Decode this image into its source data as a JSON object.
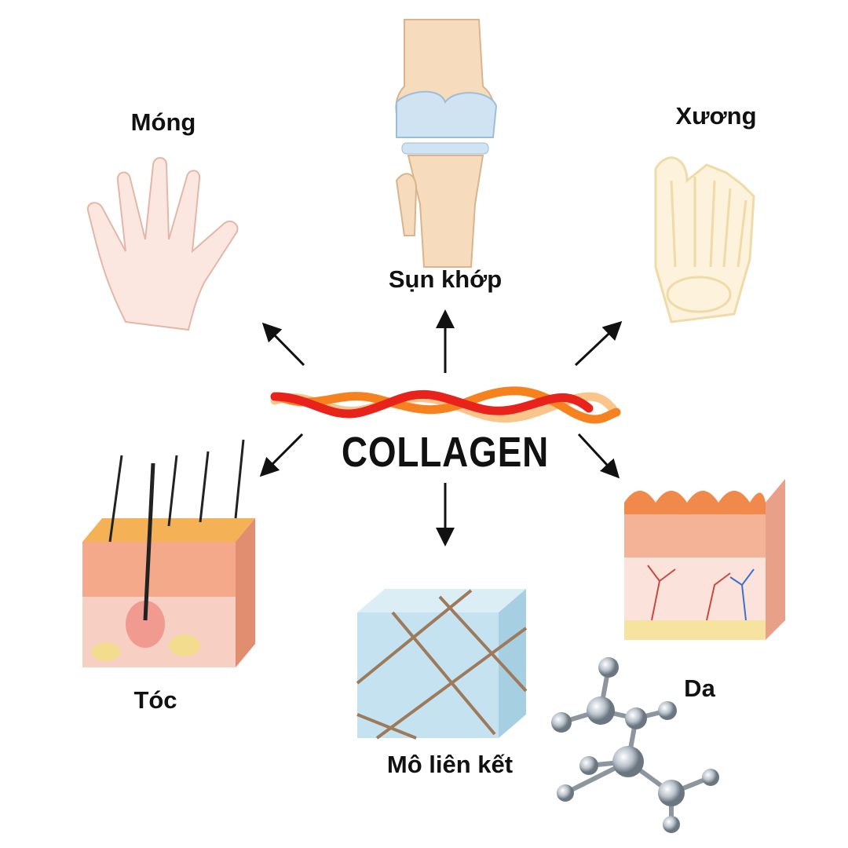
{
  "center": {
    "title": "COLLAGEN"
  },
  "labels": {
    "nails": "Móng",
    "cartilage": "Sụn khớp",
    "bone": "Xương",
    "hair": "Tóc",
    "connective_tissue": "Mô liên kết",
    "skin": "Da"
  },
  "colors": {
    "strand_red": "#e8231c",
    "strand_orange": "#f5821f",
    "strand_light": "#f9c58a",
    "text": "#111111"
  }
}
